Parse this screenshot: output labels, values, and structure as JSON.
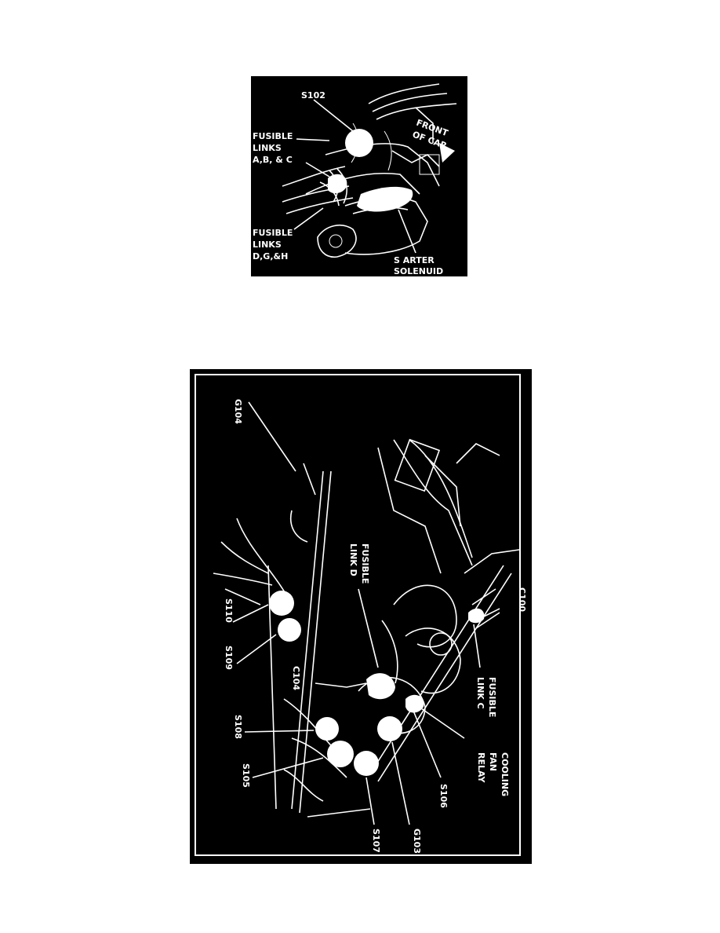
{
  "top_figure": {
    "labels": {
      "s102": "S102",
      "fusible_abc": [
        "FUSIBLE",
        "LINKS",
        "A,B, & C"
      ],
      "front_of_car": [
        "FRONT",
        "OF CAR"
      ],
      "fusible_dgh": [
        "FUSIBLE",
        "LINKS",
        "D,G,&H"
      ],
      "starter_solenoid": [
        "S ARTER",
        "SOLENUID"
      ]
    }
  },
  "bottom_figure": {
    "labels": {
      "g104": "G104",
      "s110": "S110",
      "s109": "S109",
      "c104": "C104",
      "s108": "S108",
      "s105": "S105",
      "s107": "S107",
      "g103": "G103",
      "s106": "S106",
      "cooling_fan_relay": [
        "COOLING",
        "FAN",
        "RELAY"
      ],
      "fusible_link_c": [
        "FUSIBLE",
        "LINK C"
      ],
      "c100": "C100",
      "fusible_link_d": [
        "FUSIBLE",
        "LINK D"
      ]
    }
  }
}
